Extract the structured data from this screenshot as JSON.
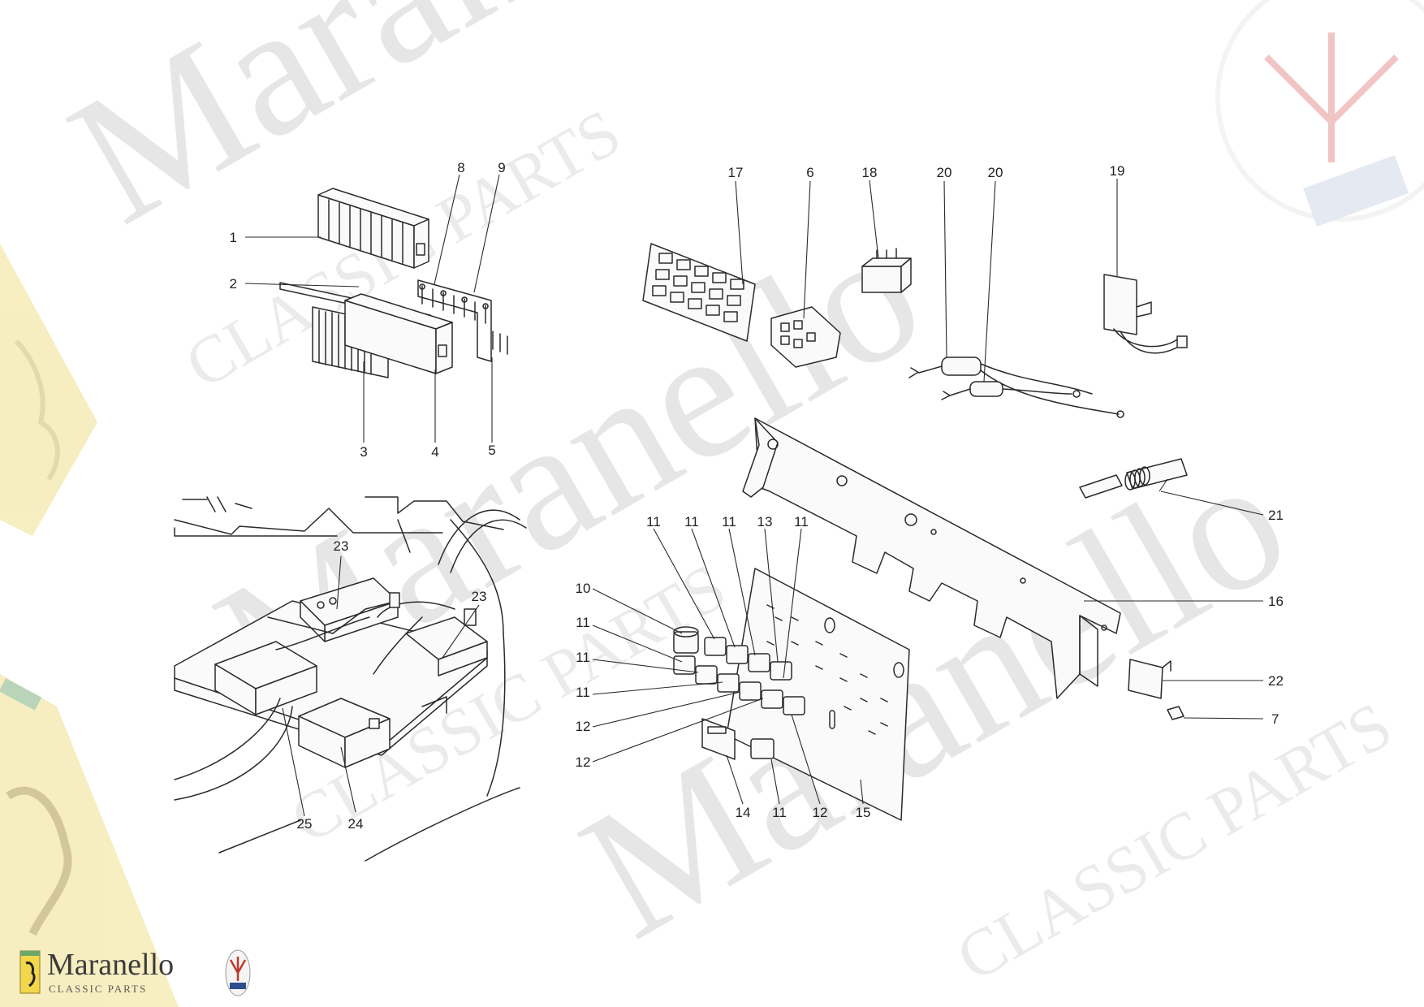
{
  "watermark": {
    "big_word": "Maranello",
    "small_word": "CLASSIC PARTS",
    "colors": {
      "watermark": "#e6e6e6",
      "ferrari_yellow": "#f3e7a6",
      "maserati_red": "#d9534f",
      "maserati_blue": "#2f4d8c"
    }
  },
  "brand": {
    "name": "Maranello",
    "tagline": "CLASSIC PARTS",
    "icon_left": "ferrari-shield-icon",
    "icon_right": "maserati-trident-icon"
  },
  "callouts": [
    {
      "id": "c1",
      "text": "1"
    },
    {
      "id": "c2",
      "text": "2"
    },
    {
      "id": "c3",
      "text": "3"
    },
    {
      "id": "c4",
      "text": "4"
    },
    {
      "id": "c5",
      "text": "5"
    },
    {
      "id": "c8",
      "text": "8"
    },
    {
      "id": "c9",
      "text": "9"
    },
    {
      "id": "c17",
      "text": "17"
    },
    {
      "id": "c6",
      "text": "6"
    },
    {
      "id": "c18",
      "text": "18"
    },
    {
      "id": "c20a",
      "text": "20"
    },
    {
      "id": "c20b",
      "text": "20"
    },
    {
      "id": "c19",
      "text": "19"
    },
    {
      "id": "c21",
      "text": "21"
    },
    {
      "id": "c16",
      "text": "16"
    },
    {
      "id": "c22",
      "text": "22"
    },
    {
      "id": "c7",
      "text": "7"
    },
    {
      "id": "c23a",
      "text": "23"
    },
    {
      "id": "c23b",
      "text": "23"
    },
    {
      "id": "c25",
      "text": "25"
    },
    {
      "id": "c24",
      "text": "24"
    },
    {
      "id": "c11a",
      "text": "11"
    },
    {
      "id": "c11b",
      "text": "11"
    },
    {
      "id": "c11c",
      "text": "11"
    },
    {
      "id": "c13",
      "text": "13"
    },
    {
      "id": "c11d",
      "text": "11"
    },
    {
      "id": "c10",
      "text": "10"
    },
    {
      "id": "c11e",
      "text": "11"
    },
    {
      "id": "c11f",
      "text": "11"
    },
    {
      "id": "c11g",
      "text": "11"
    },
    {
      "id": "c12a",
      "text": "12"
    },
    {
      "id": "c12b",
      "text": "12"
    },
    {
      "id": "c14",
      "text": "14"
    },
    {
      "id": "c11h",
      "text": "11"
    },
    {
      "id": "c12c",
      "text": "12"
    },
    {
      "id": "c15",
      "text": "15"
    }
  ]
}
